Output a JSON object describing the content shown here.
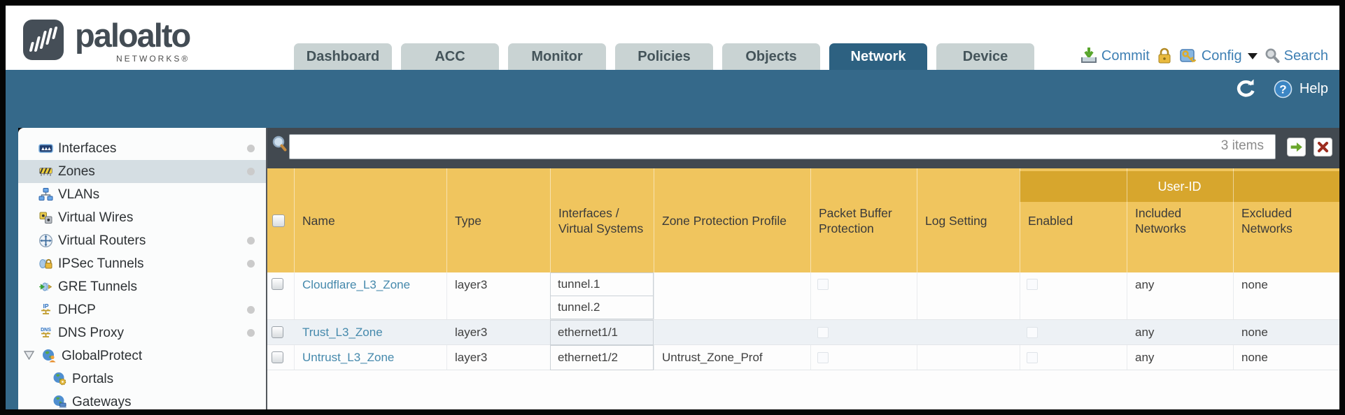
{
  "brand": {
    "name": "paloalto",
    "sub": "NETWORKS®"
  },
  "nav_tabs": [
    {
      "label": "Dashboard"
    },
    {
      "label": "ACC"
    },
    {
      "label": "Monitor"
    },
    {
      "label": "Policies"
    },
    {
      "label": "Objects"
    },
    {
      "label": "Network",
      "active": true
    },
    {
      "label": "Device"
    }
  ],
  "top_actions": {
    "commit": "Commit",
    "config": "Config",
    "search": "Search"
  },
  "teal_actions": {
    "help": "Help"
  },
  "sidebar": {
    "items": [
      {
        "label": "Interfaces"
      },
      {
        "label": "Zones",
        "selected": true
      },
      {
        "label": "VLANs"
      },
      {
        "label": "Virtual Wires"
      },
      {
        "label": "Virtual Routers"
      },
      {
        "label": "IPSec Tunnels"
      },
      {
        "label": "GRE Tunnels"
      },
      {
        "label": "DHCP"
      },
      {
        "label": "DNS Proxy"
      },
      {
        "label": "GlobalProtect"
      },
      {
        "label": "Portals"
      },
      {
        "label": "Gateways"
      }
    ]
  },
  "filter": {
    "value": "",
    "count_label": "3 items"
  },
  "table": {
    "group_header": "User-ID",
    "columns": [
      "Name",
      "Type",
      "Interfaces / Virtual Systems",
      "Zone Protection Profile",
      "Packet Buffer Protection",
      "Log Setting",
      "Enabled",
      "Included Networks",
      "Excluded Networks"
    ],
    "rows": [
      {
        "name": "Cloudflare_L3_Zone",
        "type": "layer3",
        "interfaces": [
          "tunnel.1",
          "tunnel.2"
        ],
        "zone_protection_profile": "",
        "log_setting": "",
        "included_networks": "any",
        "excluded_networks": "none"
      },
      {
        "name": "Trust_L3_Zone",
        "type": "layer3",
        "interfaces": [
          "ethernet1/1"
        ],
        "zone_protection_profile": "",
        "log_setting": "",
        "included_networks": "any",
        "excluded_networks": "none"
      },
      {
        "name": "Untrust_L3_Zone",
        "type": "layer3",
        "interfaces": [
          "ethernet1/2"
        ],
        "zone_protection_profile": "Untrust_Zone_Prof",
        "log_setting": "",
        "included_networks": "any",
        "excluded_networks": "none"
      }
    ]
  },
  "colors": {
    "accent_teal": "#35698a",
    "header_amber": "#f0c55e",
    "group_amber": "#d7a62d",
    "link_blue": "#4589ac"
  }
}
